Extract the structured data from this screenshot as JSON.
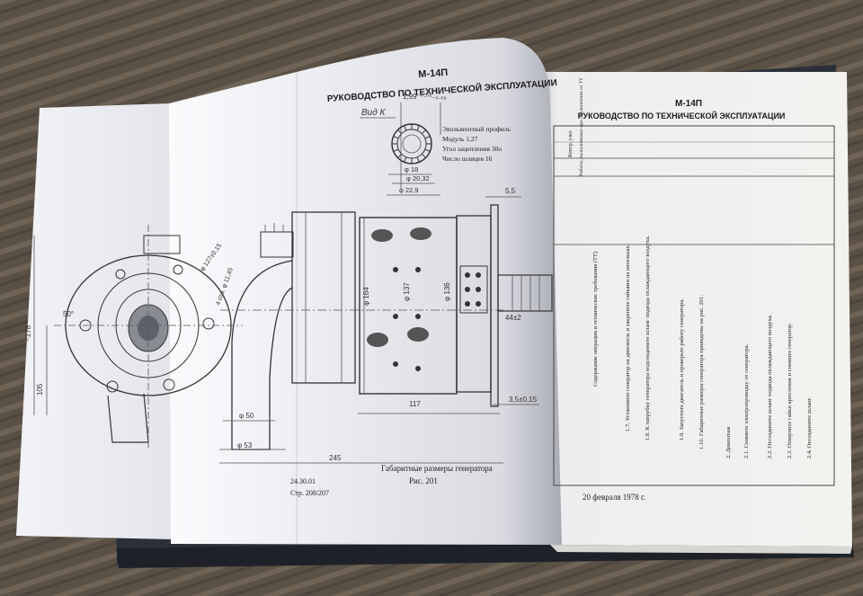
{
  "left_page": {
    "header_line1": "М-14П",
    "header_line2": "РУКОВОДСТВО ПО ТЕХНИЧЕСКОЙ ЭКСПЛУАТАЦИИ",
    "view_label": "Вид К",
    "tolerance": "1,99⁻⁰·⁰⁴₋₀.₀₈",
    "profile_notes": [
      "Эвольвентный профиль",
      "Модуль 1,27",
      "Угол зацепления 30о",
      "Число шлицев 16"
    ],
    "dims": {
      "d18": "φ 18",
      "d2032": "φ 20,32",
      "d229": "φ 22,9",
      "d55": "5,5",
      "d164": "φ 164",
      "d137": "φ 137",
      "d136": "φ 136",
      "d44": "44±2",
      "d117": "117",
      "d35": "3,5±0,15",
      "d50": "φ 50",
      "d53": "φ 53",
      "d245": "245",
      "d178": "~178",
      "d105": "105",
      "d50deg": "50°",
      "d127": "φ 127±0,15",
      "d4holes": "4 отв. φ 11,45"
    },
    "caption": "Габаритные размеры генератора",
    "figure": "Рис. 201",
    "doc_code": "24.30.01",
    "page_ref": "Стр. 208/207"
  },
  "right_page": {
    "header_line1": "М-14П",
    "header_line2": "РУКОВОДСТВО ПО ТЕХНИЧЕСКОЙ ЭКСПЛУАТАЦИИ",
    "col_headers": [
      "Контр. узел",
      "Работы, выполняемые при отклонениях от ТТ",
      "Содержание операции и технические требования (ТТ)"
    ],
    "items": [
      "1.7.  Установите генератор на двигатель и закрепите гайками на шпильках.",
      "1.8.  К патрубку генератора подсоедините шланг подвода охлаждающего воздуха.",
      "1.9.  Запустите двигатель и проверьте работу генератора.",
      "1.10. Габаритные размеры генератора приведены на рис. 201.",
      "2.     Демонтаж",
      "2.1.  Снимите электропроводку от генератора.",
      "2.2.  Отсоедините шланг подвода охлаждающего воздуха.",
      "2.3.  Отверните гайки крепления и снимите генератор.",
      "2.4.  Отсоедините шланг."
    ],
    "date": "20 февраля 1978 г."
  }
}
